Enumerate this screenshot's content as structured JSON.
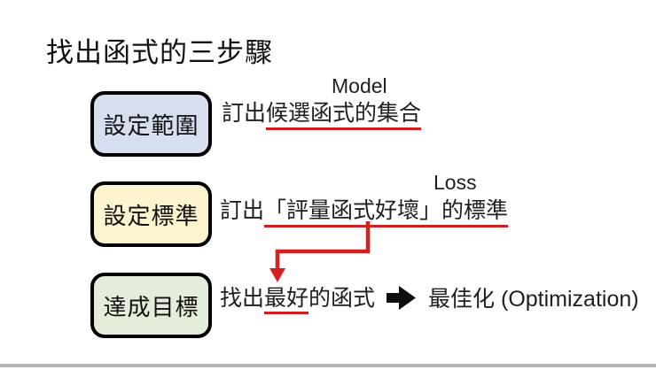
{
  "slide": {
    "title": "找出函式的三步驟",
    "steps": [
      {
        "box_label": "設定範圍",
        "box_color": "#d6def0",
        "tag": "Model",
        "desc_prefix": "訂出",
        "desc_underlined": "候選函式的集合",
        "desc_suffix": ""
      },
      {
        "box_label": "設定標準",
        "box_color": "#fdf3cf",
        "tag": "Loss",
        "desc_prefix": "訂出",
        "desc_underlined": "「評量函式好壞」的標準",
        "desc_suffix": ""
      },
      {
        "box_label": "達成目標",
        "box_color": "#e3edd9",
        "desc_prefix": "找出",
        "desc_underlined": "最好",
        "desc_suffix": "的函式",
        "result": "最佳化 (Optimization)"
      }
    ],
    "colors": {
      "underline": "#d11f1f",
      "connector": "#d42120",
      "box_border": "#000000",
      "bottom_bar": "#b3b3b3"
    }
  }
}
